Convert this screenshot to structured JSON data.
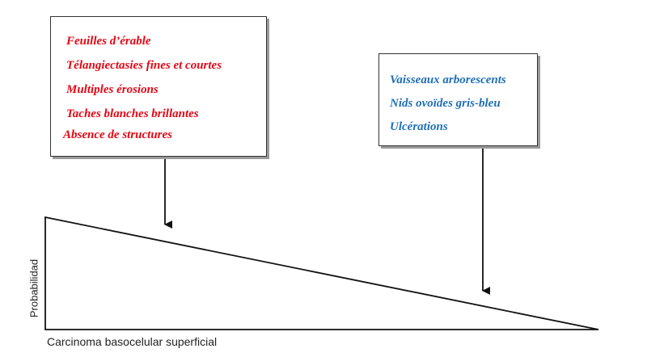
{
  "left_box": {
    "color": "#e30613",
    "items": [
      "Feuilles d’érable",
      "Télangiectasies fines et courtes",
      "Multiples érosions",
      "Taches  blanches brillantes",
      "Absence de structures"
    ]
  },
  "right_box": {
    "color": "#1f6fb5",
    "items": [
      "Vaisseaux arborescents",
      "Nids ovoïdes gris-bleu",
      "Ulcérations"
    ]
  },
  "axes": {
    "ylabel": "Probabilidad",
    "xlabel": "Carcinoma basocelular superficial"
  }
}
